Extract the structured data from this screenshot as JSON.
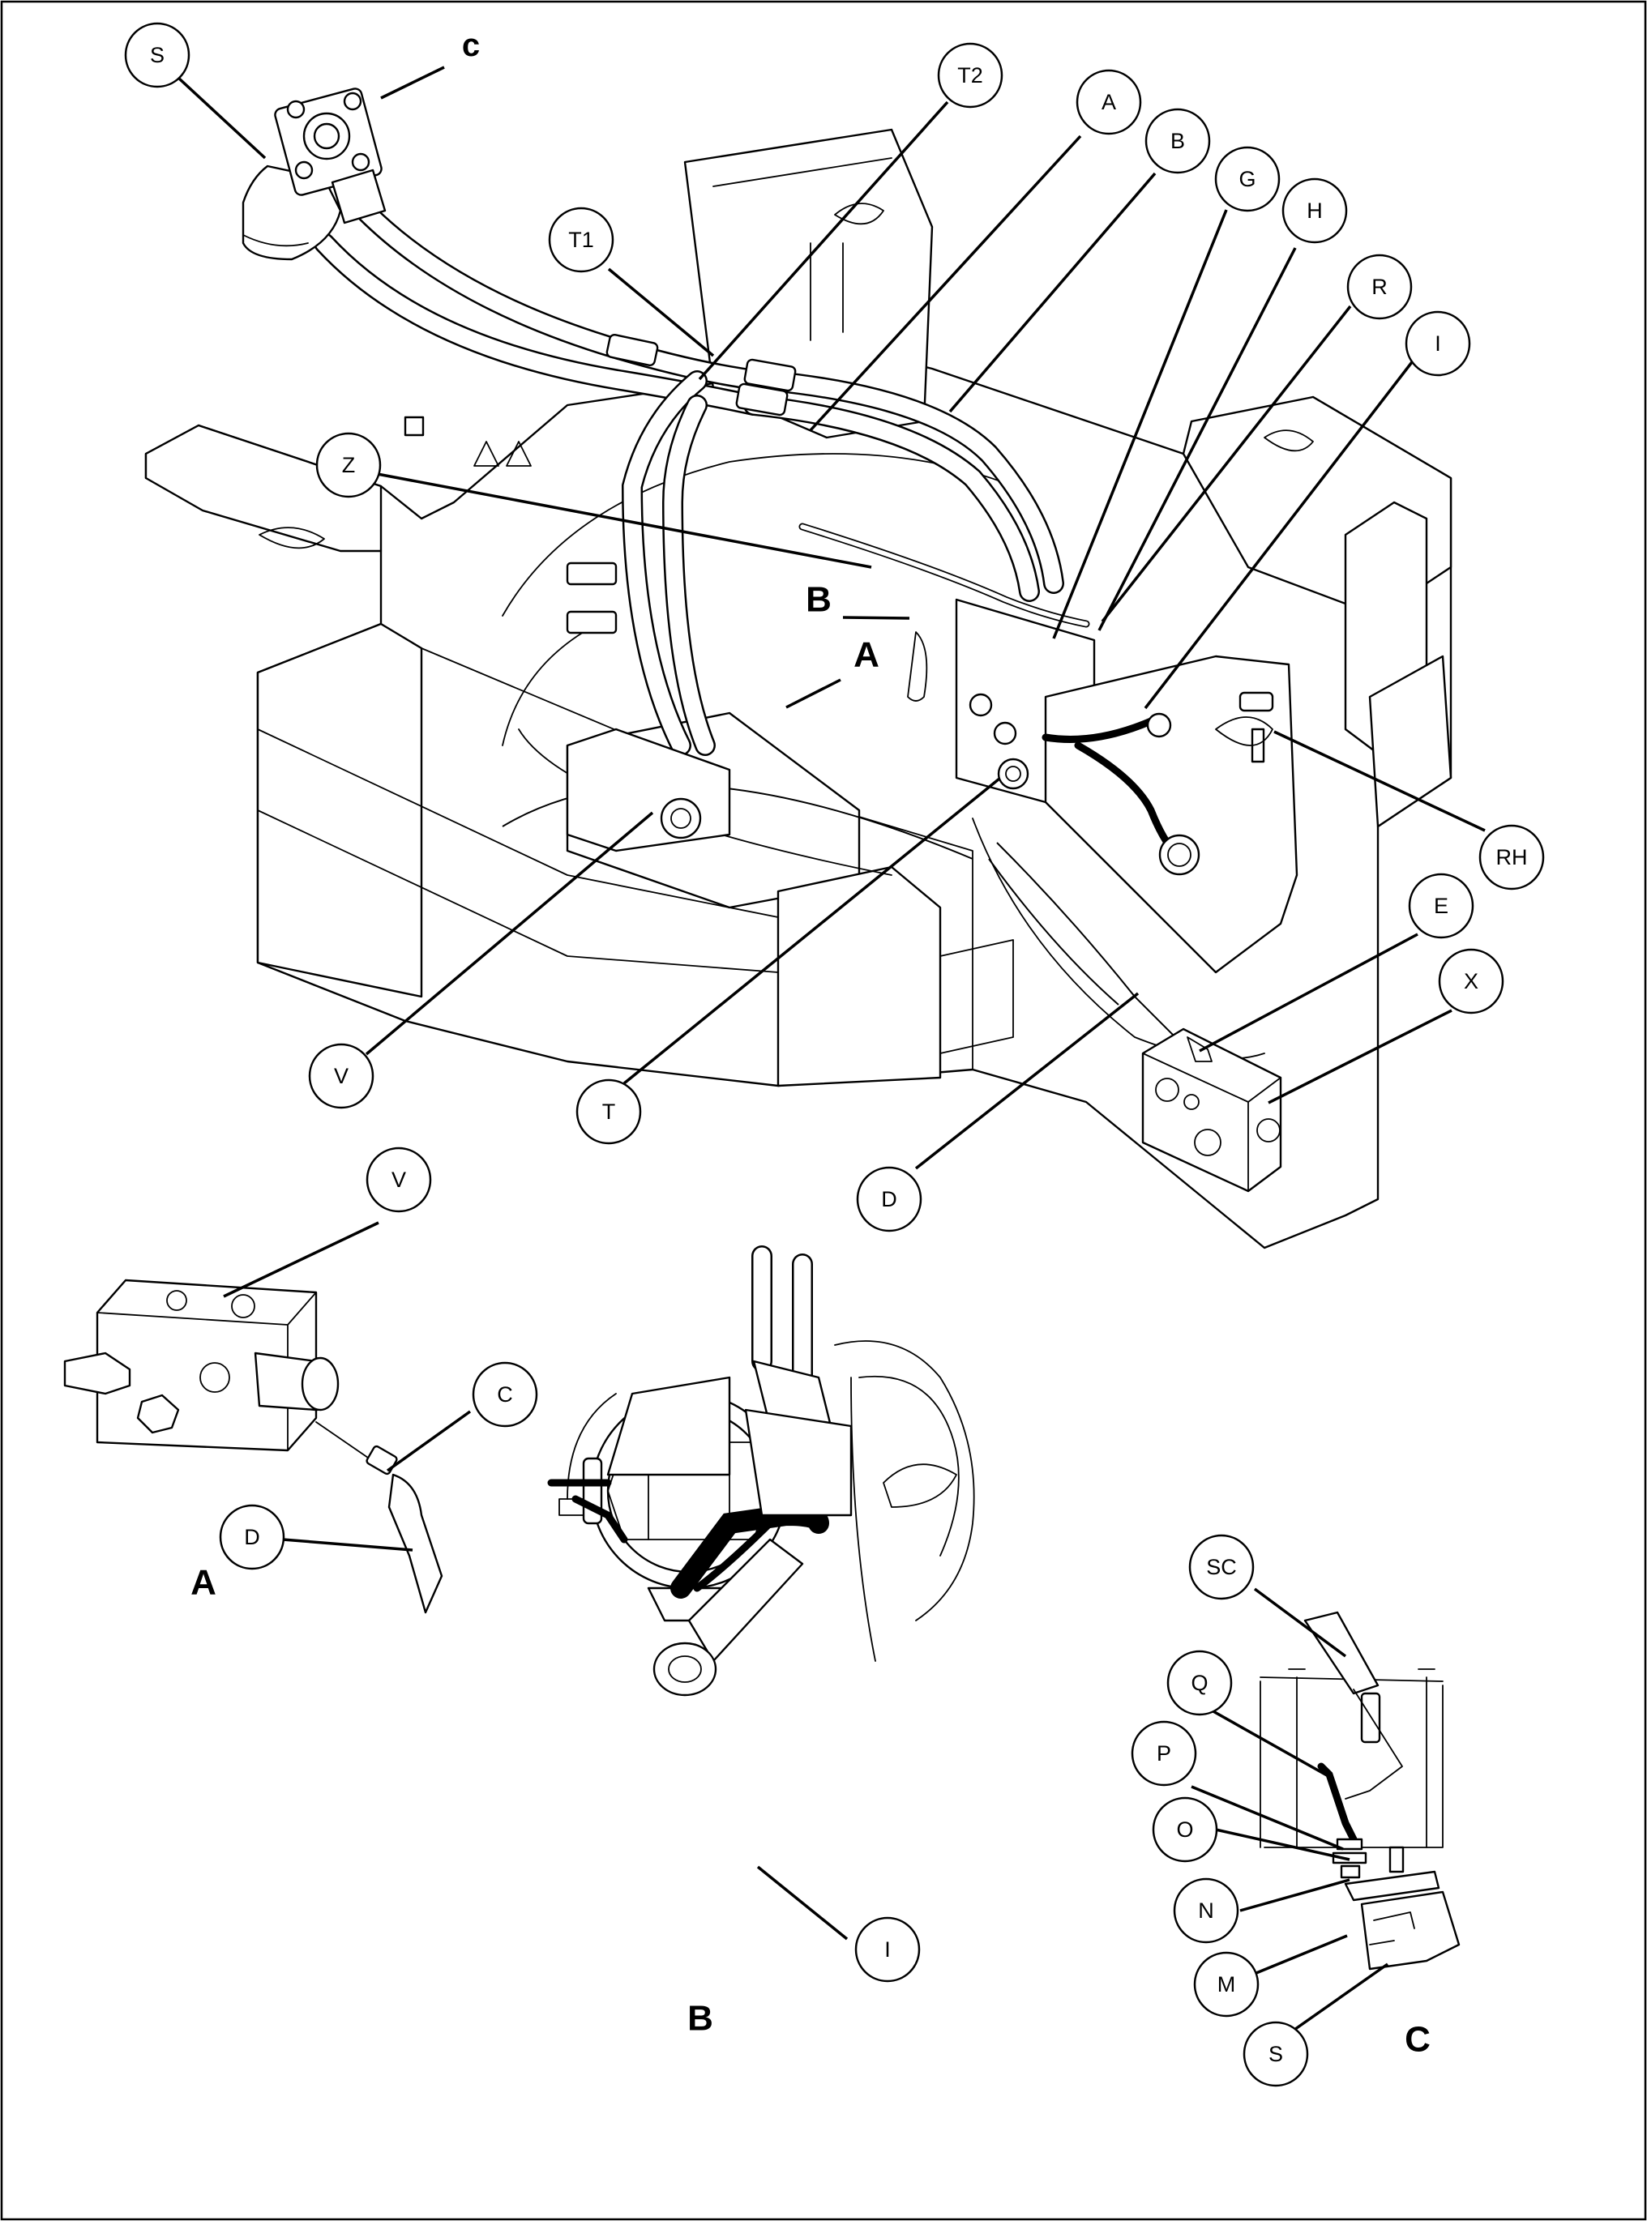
{
  "figure": {
    "callouts": {
      "S": "S",
      "c": "c",
      "T2": "T2",
      "A": "A",
      "B": "B",
      "G": "G",
      "H": "H",
      "R": "R",
      "I": "I",
      "T1": "T1",
      "Z": "Z",
      "RH": "RH",
      "E": "E",
      "X": "X",
      "V": "V",
      "T": "T",
      "D": "D",
      "C": "C",
      "SC": "SC",
      "Q": "Q",
      "P": "P",
      "O": "O",
      "N": "N",
      "M": "M"
    },
    "view_labels": {
      "A": "A",
      "B": "B",
      "C": "C"
    }
  }
}
